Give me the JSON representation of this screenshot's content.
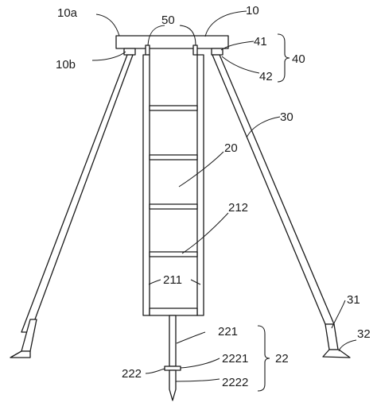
{
  "labels": {
    "top_plate": "10",
    "top_plate_upper_face": "10a",
    "top_plate_lower_face": "10b",
    "top_connector": "50",
    "hinge_part_a": "41",
    "hinge_part_b": "42",
    "hinge_assembly": "40",
    "leg": "30",
    "leg_foot_section": "31",
    "leg_foot": "32",
    "ladder_body": "20",
    "ladder_rung": "212",
    "ladder_rail": "211",
    "anchor_rod": "221",
    "anchor_flange": "2221",
    "anchor_spike": "2222",
    "anchor_collar": "222",
    "anchor_assembly": "22"
  }
}
